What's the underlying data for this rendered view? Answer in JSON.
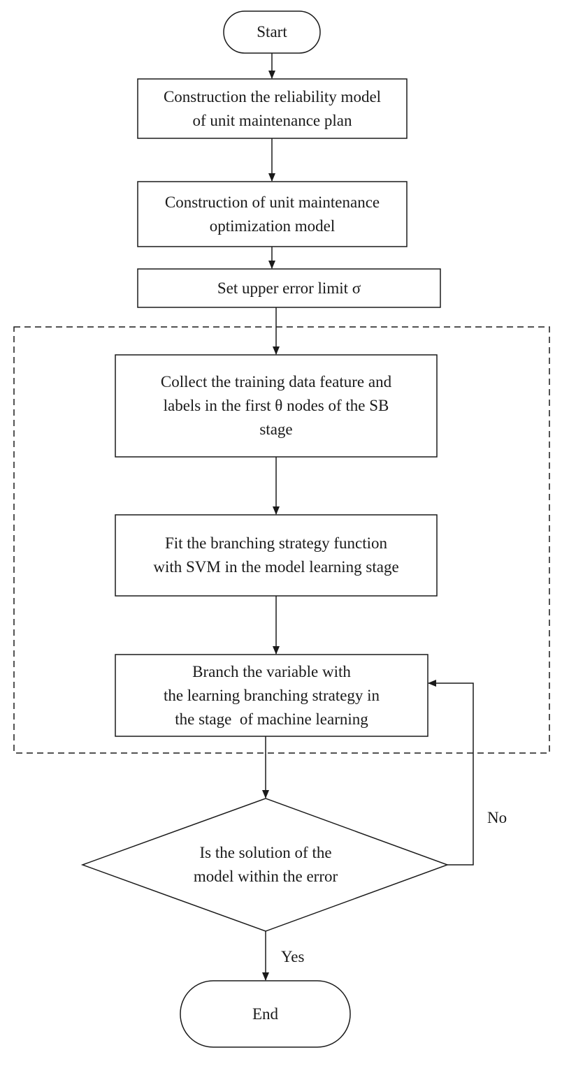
{
  "diagram": {
    "nodes": {
      "start": {
        "shape": "terminal",
        "lines": [
          "Start"
        ]
      },
      "reliability_model": {
        "shape": "process",
        "lines": [
          "Construction the reliability model",
          "of unit maintenance plan"
        ]
      },
      "optimization_model": {
        "shape": "process",
        "lines": [
          "Construction of unit maintenance",
          "optimization model"
        ]
      },
      "error_limit": {
        "shape": "process",
        "lines": [
          "Set upper error limit σ"
        ]
      },
      "collect_data": {
        "shape": "process",
        "lines": [
          "Collect the training data feature and",
          "labels in the first θ nodes of the SB",
          "stage"
        ]
      },
      "fit_svm": {
        "shape": "process",
        "lines": [
          "Fit the branching strategy function",
          "with SVM in the model learning stage"
        ]
      },
      "branch_variable": {
        "shape": "process",
        "lines": [
          "Branch the variable with",
          "the learning branching strategy in",
          "the stage  of machine learning"
        ]
      },
      "decision": {
        "shape": "decision",
        "lines": [
          "Is the solution of the",
          "model within the error"
        ]
      },
      "end": {
        "shape": "terminal",
        "lines": [
          "End"
        ]
      }
    },
    "edges": [
      {
        "from": "start",
        "to": "reliability_model",
        "label": ""
      },
      {
        "from": "reliability_model",
        "to": "optimization_model",
        "label": ""
      },
      {
        "from": "optimization_model",
        "to": "error_limit",
        "label": ""
      },
      {
        "from": "error_limit",
        "to": "collect_data",
        "label": ""
      },
      {
        "from": "collect_data",
        "to": "fit_svm",
        "label": ""
      },
      {
        "from": "fit_svm",
        "to": "branch_variable",
        "label": ""
      },
      {
        "from": "branch_variable",
        "to": "decision",
        "label": ""
      },
      {
        "from": "decision",
        "to": "branch_variable",
        "label": "No"
      },
      {
        "from": "decision",
        "to": "end",
        "label": "Yes"
      }
    ],
    "groups": [
      {
        "name": "machine-learning-stage",
        "members": [
          "collect_data",
          "fit_svm",
          "branch_variable"
        ],
        "style": "dashed"
      }
    ],
    "colors": {
      "stroke": "#1a1a1a",
      "fill": "#ffffff",
      "text": "#1a1a1a"
    }
  }
}
